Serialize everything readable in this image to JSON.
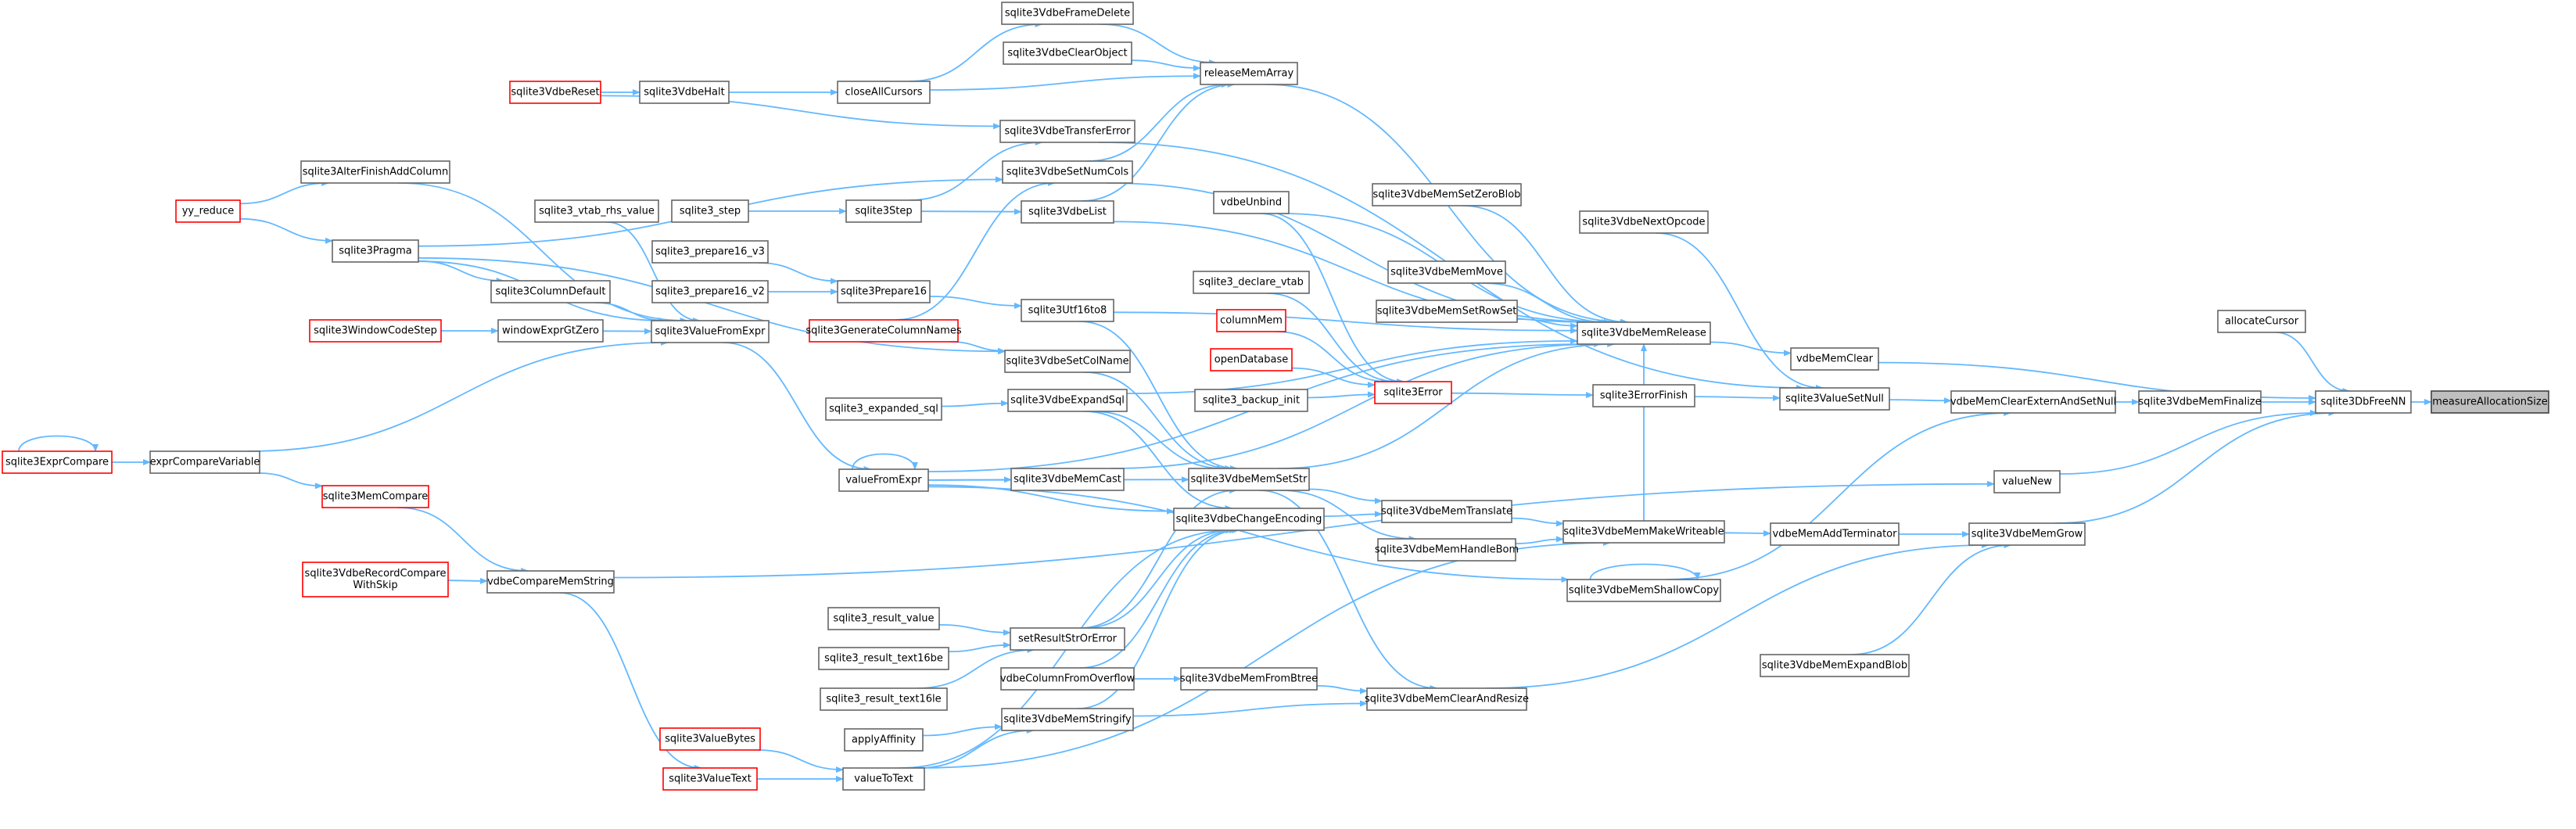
{
  "graph": {
    "root": "measureAllocationSize",
    "colors": {
      "edge": "#63b8ff",
      "node_border": "#666666",
      "truncated_border": "#ff0000",
      "root_fill": "#bfbfbf"
    },
    "nodes": [
      {
        "id": "measureAllocationSize",
        "label": "measureAllocationSize",
        "root": true
      },
      {
        "id": "sqlite3DbFreeNN",
        "label": "sqlite3DbFreeNN"
      },
      {
        "id": "allocateCursor",
        "label": "allocateCursor"
      },
      {
        "id": "sqlite3VdbeMemFinalize",
        "label": "sqlite3VdbeMemFinalize"
      },
      {
        "id": "vdbeMemClearExternAndSetNull",
        "label": "vdbeMemClearExternAndSetNull"
      },
      {
        "id": "valueNew",
        "label": "valueNew"
      },
      {
        "id": "sqlite3VdbeMemGrow",
        "label": "sqlite3VdbeMemGrow"
      },
      {
        "id": "vdbeMemClear",
        "label": "vdbeMemClear"
      },
      {
        "id": "sqlite3ValueSetNull",
        "label": "sqlite3ValueSetNull"
      },
      {
        "id": "sqlite3VdbeMemRelease",
        "label": "sqlite3VdbeMemRelease"
      },
      {
        "id": "sqlite3ErrorFinish",
        "label": "sqlite3ErrorFinish"
      },
      {
        "id": "vdbeMemAddTerminator",
        "label": "vdbeMemAddTerminator"
      },
      {
        "id": "sqlite3VdbeMemMakeWriteable",
        "label": "sqlite3VdbeMemMakeWriteable"
      },
      {
        "id": "sqlite3VdbeMemShallowCopy",
        "label": "sqlite3VdbeMemShallowCopy"
      },
      {
        "id": "sqlite3VdbeMemExpandBlob",
        "label": "sqlite3VdbeMemExpandBlob"
      },
      {
        "id": "sqlite3VdbeNextOpcode",
        "label": "sqlite3VdbeNextOpcode"
      },
      {
        "id": "releaseMemArray",
        "label": "releaseMemArray"
      },
      {
        "id": "sqlite3VdbeFrameDelete",
        "label": "sqlite3VdbeFrameDelete"
      },
      {
        "id": "sqlite3VdbeClearObject",
        "label": "sqlite3VdbeClearObject"
      },
      {
        "id": "sqlite3VdbeTransferError",
        "label": "sqlite3VdbeTransferError"
      },
      {
        "id": "sqlite3VdbeSetNumCols",
        "label": "sqlite3VdbeSetNumCols"
      },
      {
        "id": "sqlite3VdbeList",
        "label": "sqlite3VdbeList"
      },
      {
        "id": "closeAllCursors",
        "label": "closeAllCursors"
      },
      {
        "id": "sqlite3VdbeHalt",
        "label": "sqlite3VdbeHalt"
      },
      {
        "id": "sqlite3VdbeReset",
        "label": "sqlite3VdbeReset",
        "truncated": true
      },
      {
        "id": "sqlite3VdbeMemSetZeroBlob",
        "label": "sqlite3VdbeMemSetZeroBlob"
      },
      {
        "id": "vdbeUnbind",
        "label": "vdbeUnbind"
      },
      {
        "id": "sqlite3VdbeMemMove",
        "label": "sqlite3VdbeMemMove"
      },
      {
        "id": "sqlite3VdbeMemSetRowSet",
        "label": "sqlite3VdbeMemSetRowSet"
      },
      {
        "id": "sqlite3_declare_vtab",
        "label": "sqlite3_declare_vtab"
      },
      {
        "id": "columnMem",
        "label": "columnMem",
        "truncated": true
      },
      {
        "id": "openDatabase",
        "label": "openDatabase",
        "truncated": true
      },
      {
        "id": "sqlite3Error",
        "label": "sqlite3Error",
        "truncated": true
      },
      {
        "id": "sqlite3_backup_init",
        "label": "sqlite3_backup_init"
      },
      {
        "id": "sqlite3Step",
        "label": "sqlite3Step"
      },
      {
        "id": "sqlite3_step",
        "label": "sqlite3_step"
      },
      {
        "id": "sqlite3Utf16to8",
        "label": "sqlite3Utf16to8"
      },
      {
        "id": "sqlite3Prepare16",
        "label": "sqlite3Prepare16"
      },
      {
        "id": "sqlite3_prepare16_v3",
        "label": "sqlite3_prepare16_v3"
      },
      {
        "id": "sqlite3_prepare16_v2",
        "label": "sqlite3_prepare16_v2"
      },
      {
        "id": "sqlite3GenerateColumnNames",
        "label": "sqlite3GenerateColumnNames",
        "truncated": true
      },
      {
        "id": "sqlite3VdbeSetColName",
        "label": "sqlite3VdbeSetColName"
      },
      {
        "id": "sqlite3VdbeExpandSql",
        "label": "sqlite3VdbeExpandSql"
      },
      {
        "id": "sqlite3_expanded_sql",
        "label": "sqlite3_expanded_sql"
      },
      {
        "id": "sqlite3VdbeMemSetStr",
        "label": "sqlite3VdbeMemSetStr"
      },
      {
        "id": "sqlite3VdbeMemCast",
        "label": "sqlite3VdbeMemCast"
      },
      {
        "id": "sqlite3VdbeChangeEncoding",
        "label": "sqlite3VdbeChangeEncoding"
      },
      {
        "id": "sqlite3VdbeMemTranslate",
        "label": "sqlite3VdbeMemTranslate"
      },
      {
        "id": "sqlite3VdbeMemHandleBom",
        "label": "sqlite3VdbeMemHandleBom"
      },
      {
        "id": "valueFromExpr",
        "label": "valueFromExpr"
      },
      {
        "id": "sqlite3ValueFromExpr",
        "label": "sqlite3ValueFromExpr"
      },
      {
        "id": "sqlite3AlterFinishAddColumn",
        "label": "sqlite3AlterFinishAddColumn"
      },
      {
        "id": "yy_reduce",
        "label": "yy_reduce",
        "truncated": true
      },
      {
        "id": "sqlite3Pragma",
        "label": "sqlite3Pragma"
      },
      {
        "id": "sqlite3_vtab_rhs_value",
        "label": "sqlite3_vtab_rhs_value"
      },
      {
        "id": "sqlite3ColumnDefault",
        "label": "sqlite3ColumnDefault"
      },
      {
        "id": "sqlite3WindowCodeStep",
        "label": "sqlite3WindowCodeStep",
        "truncated": true
      },
      {
        "id": "windowExprGtZero",
        "label": "windowExprGtZero"
      },
      {
        "id": "sqlite3ExprCompare",
        "label": "sqlite3ExprCompare",
        "truncated": true
      },
      {
        "id": "exprCompareVariable",
        "label": "exprCompareVariable"
      },
      {
        "id": "sqlite3MemCompare",
        "label": "sqlite3MemCompare",
        "truncated": true
      },
      {
        "id": "sqlite3VdbeRecordCompareWithSkip",
        "label": "sqlite3VdbeRecordCompare\nWithSkip",
        "truncated": true
      },
      {
        "id": "vdbeCompareMemString",
        "label": "vdbeCompareMemString"
      },
      {
        "id": "setResultStrOrError",
        "label": "setResultStrOrError"
      },
      {
        "id": "sqlite3_result_value",
        "label": "sqlite3_result_value"
      },
      {
        "id": "sqlite3_result_text16be",
        "label": "sqlite3_result_text16be"
      },
      {
        "id": "sqlite3_result_text16le",
        "label": "sqlite3_result_text16le"
      },
      {
        "id": "vdbeColumnFromOverflow",
        "label": "vdbeColumnFromOverflow"
      },
      {
        "id": "sqlite3VdbeMemFromBtree",
        "label": "sqlite3VdbeMemFromBtree"
      },
      {
        "id": "sqlite3VdbeMemClearAndResize",
        "label": "sqlite3VdbeMemClearAndResize"
      },
      {
        "id": "applyAffinity",
        "label": "applyAffinity"
      },
      {
        "id": "sqlite3VdbeMemStringify",
        "label": "sqlite3VdbeMemStringify"
      },
      {
        "id": "sqlite3ValueBytes",
        "label": "sqlite3ValueBytes",
        "truncated": true
      },
      {
        "id": "sqlite3ValueText",
        "label": "sqlite3ValueText",
        "truncated": true
      },
      {
        "id": "valueToText",
        "label": "valueToText"
      }
    ],
    "edges": [
      [
        "sqlite3DbFreeNN",
        "measureAllocationSize"
      ],
      [
        "allocateCursor",
        "sqlite3DbFreeNN"
      ],
      [
        "sqlite3VdbeMemFinalize",
        "sqlite3DbFreeNN"
      ],
      [
        "valueNew",
        "sqlite3DbFreeNN"
      ],
      [
        "sqlite3VdbeMemGrow",
        "sqlite3DbFreeNN"
      ],
      [
        "vdbeMemClear",
        "sqlite3DbFreeNN"
      ],
      [
        "vdbeMemClearExternAndSetNull",
        "sqlite3VdbeMemFinalize"
      ],
      [
        "sqlite3ValueSetNull",
        "vdbeMemClearExternAndSetNull"
      ],
      [
        "sqlite3VdbeMemRelease",
        "vdbeMemClear"
      ],
      [
        "vdbeMemAddTerminator",
        "sqlite3VdbeMemGrow"
      ],
      [
        "sqlite3VdbeMemMakeWriteable",
        "vdbeMemAddTerminator"
      ],
      [
        "sqlite3VdbeMemExpandBlob",
        "sqlite3VdbeMemGrow"
      ],
      [
        "sqlite3VdbeMemClearAndResize",
        "sqlite3VdbeMemGrow"
      ],
      [
        "sqlite3VdbeMemShallowCopy",
        "vdbeMemClearExternAndSetNull"
      ],
      [
        "sqlite3VdbeMemShallowCopy",
        "sqlite3VdbeMemShallowCopy"
      ],
      [
        "sqlite3ErrorFinish",
        "sqlite3ValueSetNull"
      ],
      [
        "sqlite3Error",
        "sqlite3ErrorFinish"
      ],
      [
        "sqlite3VdbeNextOpcode",
        "sqlite3ValueSetNull"
      ],
      [
        "sqlite3VdbeTransferError",
        "sqlite3ValueSetNull"
      ],
      [
        "sqlite3VdbeMemSetZeroBlob",
        "sqlite3VdbeMemRelease"
      ],
      [
        "vdbeUnbind",
        "sqlite3VdbeMemRelease"
      ],
      [
        "sqlite3VdbeMemMove",
        "sqlite3VdbeMemRelease"
      ],
      [
        "sqlite3VdbeMemSetRowSet",
        "sqlite3VdbeMemRelease"
      ],
      [
        "releaseMemArray",
        "sqlite3VdbeMemRelease"
      ],
      [
        "sqlite3VdbeSetNumCols",
        "sqlite3VdbeMemRelease"
      ],
      [
        "sqlite3VdbeList",
        "sqlite3VdbeMemRelease"
      ],
      [
        "sqlite3VdbeMemSetStr",
        "sqlite3VdbeMemRelease"
      ],
      [
        "sqlite3VdbeMemMakeWriteable",
        "sqlite3VdbeMemRelease"
      ],
      [
        "sqlite3VdbeExpandSql",
        "sqlite3VdbeMemRelease"
      ],
      [
        "valueFromExpr",
        "sqlite3VdbeMemRelease"
      ],
      [
        "sqlite3Utf16to8",
        "sqlite3VdbeMemRelease"
      ],
      [
        "sqlite3VdbeFrameDelete",
        "releaseMemArray"
      ],
      [
        "sqlite3VdbeClearObject",
        "releaseMemArray"
      ],
      [
        "closeAllCursors",
        "releaseMemArray"
      ],
      [
        "sqlite3VdbeSetNumCols",
        "releaseMemArray"
      ],
      [
        "sqlite3VdbeList",
        "releaseMemArray"
      ],
      [
        "sqlite3VdbeHalt",
        "closeAllCursors"
      ],
      [
        "closeAllCursors",
        "sqlite3VdbeFrameDelete"
      ],
      [
        "sqlite3VdbeReset",
        "sqlite3VdbeHalt"
      ],
      [
        "sqlite3VdbeReset",
        "sqlite3VdbeTransferError"
      ],
      [
        "sqlite3Step",
        "sqlite3VdbeList"
      ],
      [
        "sqlite3Step",
        "sqlite3VdbeTransferError"
      ],
      [
        "sqlite3_step",
        "sqlite3Step"
      ],
      [
        "sqlite3_declare_vtab",
        "sqlite3Error"
      ],
      [
        "columnMem",
        "sqlite3Error"
      ],
      [
        "openDatabase",
        "sqlite3Error"
      ],
      [
        "sqlite3_backup_init",
        "sqlite3Error"
      ],
      [
        "vdbeUnbind",
        "sqlite3Error"
      ],
      [
        "sqlite3Utf16to8",
        "sqlite3VdbeMemSetStr"
      ],
      [
        "sqlite3Prepare16",
        "sqlite3Utf16to8"
      ],
      [
        "sqlite3_prepare16_v3",
        "sqlite3Prepare16"
      ],
      [
        "sqlite3_prepare16_v2",
        "sqlite3Prepare16"
      ],
      [
        "sqlite3GenerateColumnNames",
        "sqlite3VdbeSetNumCols"
      ],
      [
        "sqlite3GenerateColumnNames",
        "sqlite3VdbeSetColName"
      ],
      [
        "sqlite3VdbeSetColName",
        "sqlite3VdbeMemSetStr"
      ],
      [
        "sqlite3_expanded_sql",
        "sqlite3VdbeExpandSql"
      ],
      [
        "sqlite3VdbeExpandSql",
        "sqlite3VdbeMemSetStr"
      ],
      [
        "sqlite3VdbeExpandSql",
        "sqlite3VdbeChangeEncoding"
      ],
      [
        "sqlite3VdbeMemCast",
        "sqlite3VdbeMemRelease"
      ],
      [
        "valueFromExpr",
        "sqlite3VdbeMemCast"
      ],
      [
        "valueFromExpr",
        "sqlite3VdbeMemSetStr"
      ],
      [
        "valueFromExpr",
        "sqlite3VdbeChangeEncoding"
      ],
      [
        "valueFromExpr",
        "valueFromExpr"
      ],
      [
        "valueFromExpr",
        "sqlite3VdbeMemShallowCopy"
      ],
      [
        "sqlite3ValueFromExpr",
        "valueFromExpr"
      ],
      [
        "sqlite3VdbeMemSetStr",
        "sqlite3VdbeMemTranslate"
      ],
      [
        "sqlite3VdbeMemSetStr",
        "sqlite3VdbeMemHandleBom"
      ],
      [
        "sqlite3VdbeMemSetStr",
        "sqlite3VdbeMemClearAndResize"
      ],
      [
        "sqlite3VdbeChangeEncoding",
        "sqlite3VdbeMemTranslate"
      ],
      [
        "sqlite3VdbeMemTranslate",
        "sqlite3VdbeMemMakeWriteable"
      ],
      [
        "sqlite3VdbeMemHandleBom",
        "sqlite3VdbeMemMakeWriteable"
      ],
      [
        "sqlite3AlterFinishAddColumn",
        "sqlite3ValueFromExpr"
      ],
      [
        "yy_reduce",
        "sqlite3AlterFinishAddColumn"
      ],
      [
        "yy_reduce",
        "sqlite3Pragma"
      ],
      [
        "sqlite3Pragma",
        "sqlite3ValueFromExpr"
      ],
      [
        "sqlite3Pragma",
        "sqlite3VdbeSetNumCols"
      ],
      [
        "sqlite3Pragma",
        "sqlite3VdbeSetColName"
      ],
      [
        "sqlite3_vtab_rhs_value",
        "sqlite3ValueFromExpr"
      ],
      [
        "sqlite3ColumnDefault",
        "sqlite3ValueFromExpr"
      ],
      [
        "sqlite3Pragma",
        "sqlite3ColumnDefault"
      ],
      [
        "windowExprGtZero",
        "sqlite3ValueFromExpr"
      ],
      [
        "sqlite3WindowCodeStep",
        "windowExprGtZero"
      ],
      [
        "exprCompareVariable",
        "sqlite3ValueFromExpr"
      ],
      [
        "sqlite3ExprCompare",
        "exprCompareVariable"
      ],
      [
        "sqlite3ExprCompare",
        "sqlite3ExprCompare"
      ],
      [
        "exprCompareVariable",
        "sqlite3MemCompare"
      ],
      [
        "sqlite3MemCompare",
        "vdbeCompareMemString"
      ],
      [
        "sqlite3VdbeRecordCompareWithSkip",
        "vdbeCompareMemString"
      ],
      [
        "vdbeCompareMemString",
        "valueNew"
      ],
      [
        "vdbeCompareMemString",
        "sqlite3ValueText"
      ],
      [
        "sqlite3_result_value",
        "setResultStrOrError"
      ],
      [
        "sqlite3_result_text16be",
        "setResultStrOrError"
      ],
      [
        "sqlite3_result_text16le",
        "setResultStrOrError"
      ],
      [
        "setResultStrOrError",
        "sqlite3VdbeMemSetStr"
      ],
      [
        "setResultStrOrError",
        "sqlite3VdbeChangeEncoding"
      ],
      [
        "vdbeColumnFromOverflow",
        "sqlite3VdbeMemFromBtree"
      ],
      [
        "vdbeColumnFromOverflow",
        "sqlite3VdbeChangeEncoding"
      ],
      [
        "sqlite3VdbeMemFromBtree",
        "sqlite3VdbeMemClearAndResize"
      ],
      [
        "applyAffinity",
        "sqlite3VdbeMemStringify"
      ],
      [
        "sqlite3VdbeMemStringify",
        "sqlite3VdbeMemClearAndResize"
      ],
      [
        "sqlite3VdbeMemStringify",
        "sqlite3VdbeChangeEncoding"
      ],
      [
        "sqlite3ValueBytes",
        "valueToText"
      ],
      [
        "sqlite3ValueText",
        "valueToText"
      ],
      [
        "valueToText",
        "sqlite3VdbeMemStringify"
      ],
      [
        "valueToText",
        "sqlite3VdbeChangeEncoding"
      ],
      [
        "valueToText",
        "sqlite3VdbeMemMakeWriteable"
      ]
    ]
  }
}
